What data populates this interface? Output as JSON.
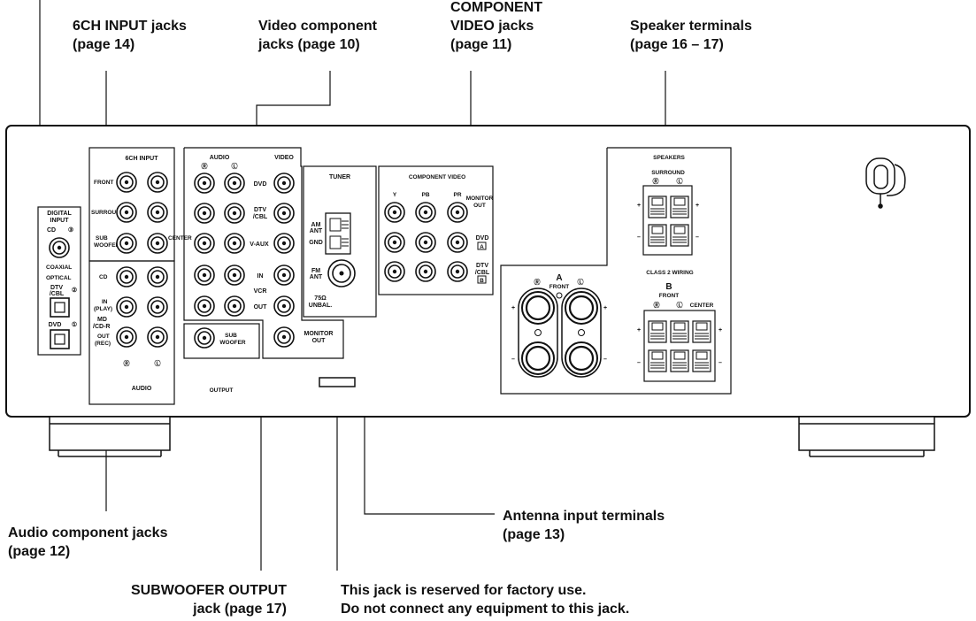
{
  "callouts": {
    "six_ch": [
      "6CH INPUT jacks",
      "(page 14)"
    ],
    "video": [
      "Video component",
      "jacks (page 10)"
    ],
    "component": [
      "COMPONENT",
      "VIDEO jacks",
      "(page 11)"
    ],
    "speaker": [
      "Speaker terminals",
      "(page 16 – 17)"
    ],
    "audio": [
      "Audio component jacks",
      "(page 12)"
    ],
    "antenna": [
      "Antenna input terminals",
      "(page 13)"
    ],
    "subwoofer": [
      "SUBWOOFER OUTPUT",
      "jack (page 17)"
    ],
    "factory": [
      "This jack is reserved for factory use.",
      "Do not connect any equipment to this jack."
    ]
  },
  "panel": {
    "digital_input": {
      "title": [
        "DIGITAL",
        "INPUT"
      ],
      "cd": "CD",
      "cd_num": "③",
      "coaxial": "COAXIAL",
      "optical": "OPTICAL",
      "dtv": [
        "DTV",
        "/CBL"
      ],
      "dtv_num": "②",
      "dvd": "DVD",
      "dvd_num": "①"
    },
    "six_ch": {
      "title": "6CH INPUT",
      "rows": [
        "FRONT",
        "SURROUND",
        "SUB",
        "WOOFER"
      ],
      "center": "CENTER"
    },
    "audio_in": {
      "rows": [
        "CD",
        "IN",
        "(PLAY)",
        "MD",
        "/CD-R",
        "OUT",
        "(REC)"
      ],
      "r": "Ⓡ",
      "l": "Ⓛ",
      "title": "AUDIO"
    },
    "av": {
      "audio": "AUDIO",
      "video": "VIDEO",
      "r": "Ⓡ",
      "l": "Ⓛ",
      "rows": [
        "DVD",
        "DTV",
        "/CBL",
        "V-AUX",
        "IN",
        "VCR",
        "OUT"
      ],
      "monitor": [
        "MONITOR",
        "OUT"
      ]
    },
    "sub_out": [
      "SUB",
      "WOOFER"
    ],
    "output": "OUTPUT",
    "tuner": {
      "title": "TUNER",
      "am": [
        "AM",
        "ANT"
      ],
      "gnd": "GND",
      "fm": [
        "FM",
        "ANT"
      ],
      "ohm": [
        "75Ω",
        "UNBAL."
      ]
    },
    "component": {
      "title": "COMPONENT VIDEO",
      "y": "Y",
      "pb": "PB",
      "pr": "PR",
      "monitor": [
        "MONITOR",
        "OUT"
      ],
      "dvd": "DVD",
      "dvd_tag": "A",
      "dtv": [
        "DTV",
        "/CBL"
      ],
      "dtv_tag": "B"
    },
    "speakers": {
      "title": "SPEAKERS",
      "surround": "SURROUND",
      "r": "Ⓡ",
      "l": "Ⓛ",
      "class2": "CLASS 2 WIRING",
      "a": "A",
      "a_front": "FRONT",
      "b": "B",
      "b_front": "FRONT",
      "center": "CENTER",
      "plus": "+",
      "minus": "–"
    }
  }
}
